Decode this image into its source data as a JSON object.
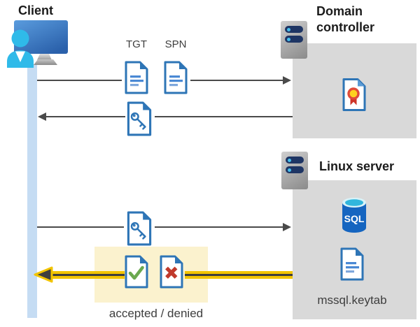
{
  "client": {
    "label": "Client"
  },
  "domain_controller": {
    "label": "Domain controller"
  },
  "linux_server": {
    "label": "Linux server",
    "database_label": "SQL",
    "keytab_label": "mssql.keytab"
  },
  "flow": {
    "request_labels": {
      "tgt": "TGT",
      "spn": "SPN"
    },
    "response_label": "accepted / denied"
  },
  "icons": [
    "client-device-icon",
    "user-icon",
    "server-icon",
    "certificate-doc-icon",
    "tgt-doc-icon",
    "spn-doc-icon",
    "key-doc-icon",
    "sql-database-icon",
    "keytab-doc-icon",
    "accepted-doc-icon",
    "denied-doc-icon"
  ],
  "colors": {
    "doc_blue": "#2e75b6",
    "doc_line_blue": "#4a89d4",
    "person_cyan": "#2fbae9",
    "monitor_blue": "#3a78c2",
    "lifeline_blue": "#c5dcf3",
    "node_box_gray": "#d9d9d9",
    "highlight_yellow": "#fbf2ce",
    "arrow_gray": "#4a4a4a",
    "arrow_gold": "#f2c400",
    "success_green": "#6aa84f",
    "error_red": "#c0392b",
    "server_navy": "#1e3564",
    "sql_blue": "#1565c0"
  }
}
